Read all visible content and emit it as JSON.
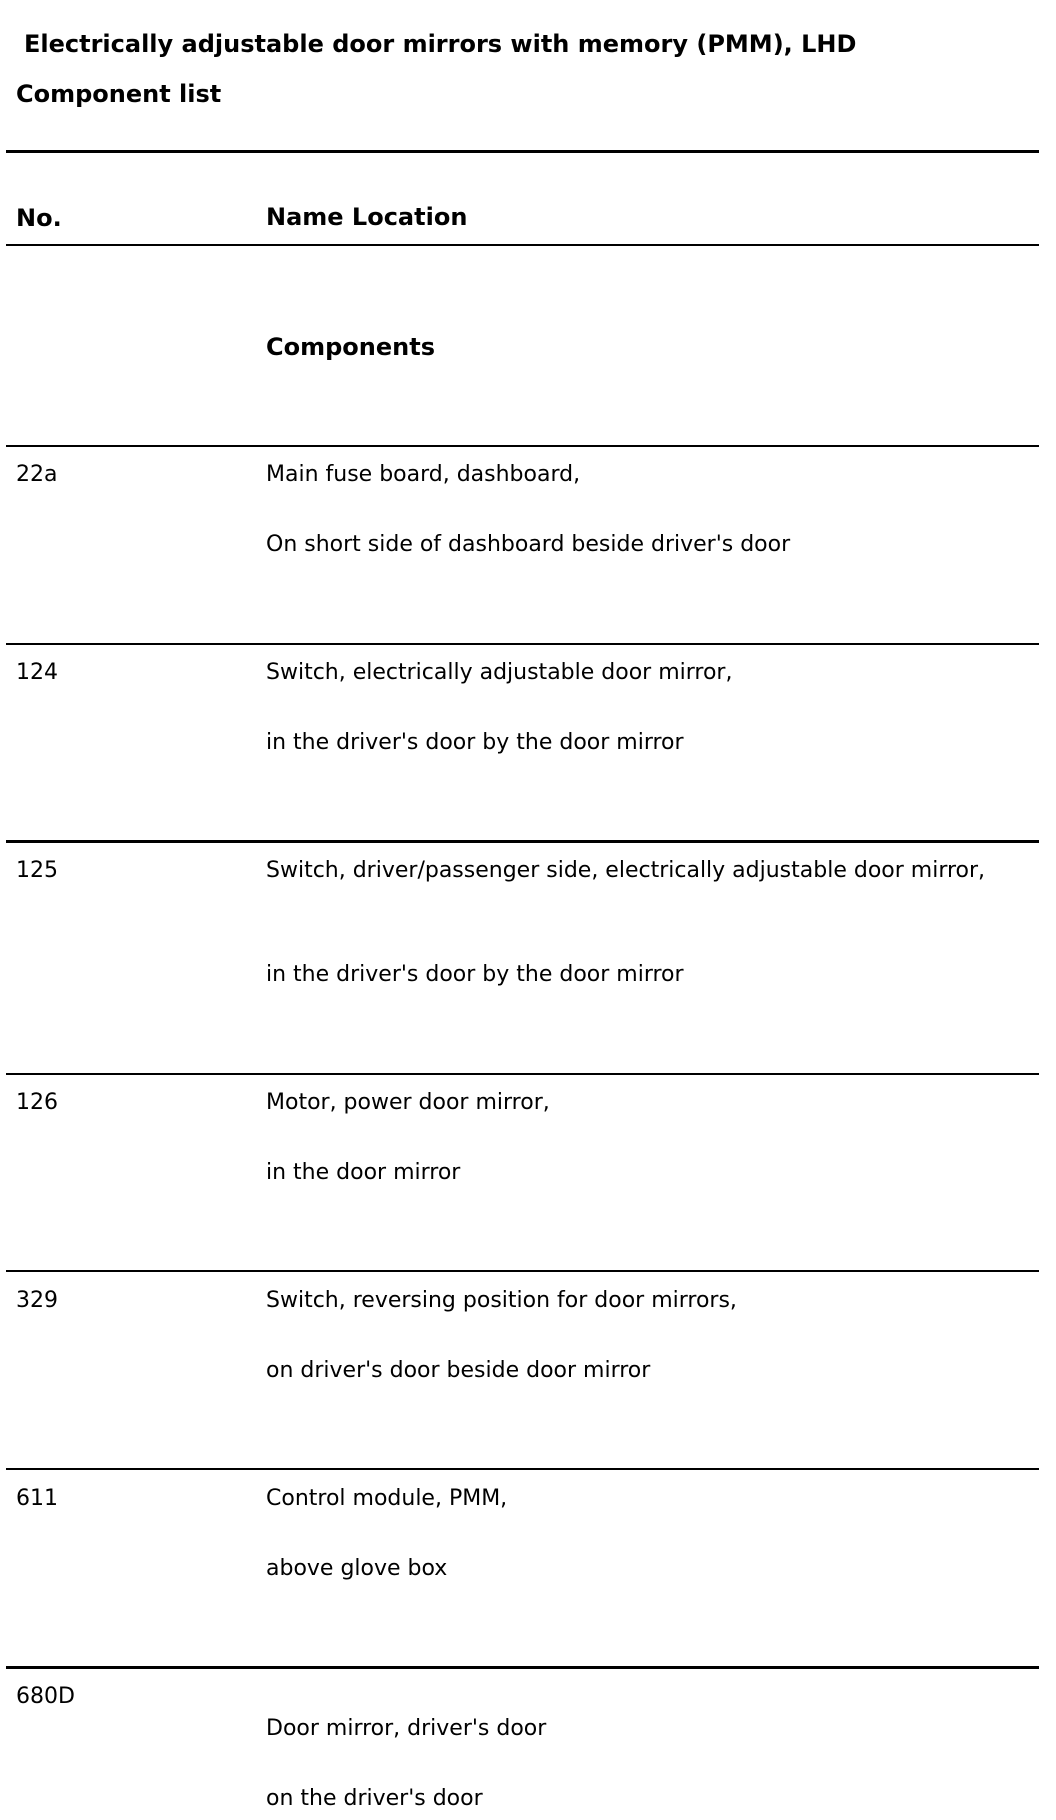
{
  "title": "Electrically adjustable door mirrors with memory (PMM), LHD",
  "subtitle": "Component list",
  "table": {
    "header_no": "No.",
    "header_name": "Name Location",
    "section_heading": "Components",
    "rows": [
      {
        "no": "22a",
        "name": "Main fuse board, dashboard,",
        "location": "On short side of dashboard beside driver's door"
      },
      {
        "no": "124",
        "name": "Switch, electrically adjustable door mirror,",
        "location": "in the driver's door by the door mirror"
      },
      {
        "no": "125",
        "name": "Switch, driver/passenger side, electrically adjustable door mirror,",
        "location": "in the driver's door by the door mirror"
      },
      {
        "no": "126",
        "name": "Motor, power door mirror,",
        "location": "in the door mirror"
      },
      {
        "no": "329",
        "name": "Switch, reversing position for door mirrors,",
        "location": "on driver's door beside door mirror"
      },
      {
        "no": "611",
        "name": "Control module, PMM,",
        "location": "above glove box"
      },
      {
        "no": "680D",
        "name": "Door mirror, driver's door",
        "location": "on the driver's door"
      }
    ]
  }
}
